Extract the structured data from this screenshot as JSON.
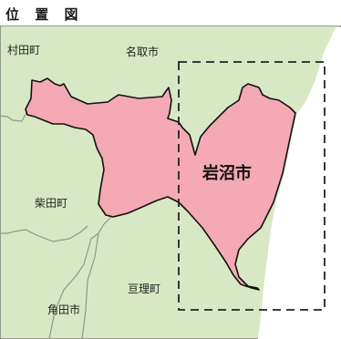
{
  "title": "位 置 図",
  "labels": {
    "murata": "村田町",
    "natori": "名取市",
    "iwanuma": "岩沼市",
    "shibata": "柴田町",
    "watari": "亘理町",
    "kakuda": "角田市"
  },
  "colors": {
    "land": "#d8e8c4",
    "sea": "#ffffff",
    "highlight": "#f4a9b4",
    "border": "#111111",
    "boundary": "#8f9a88"
  }
}
